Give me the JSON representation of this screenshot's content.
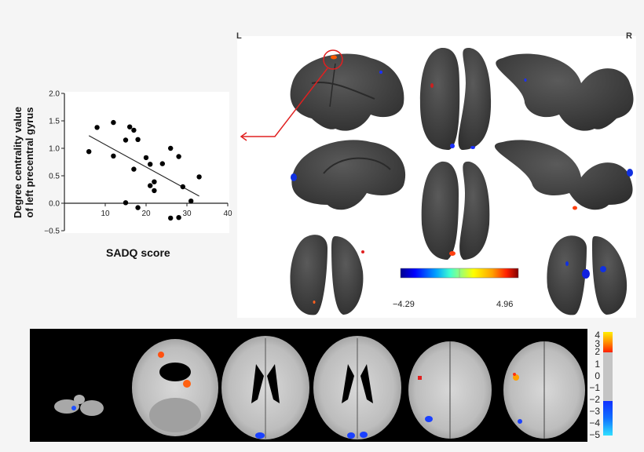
{
  "chart_data": {
    "type": "scatter",
    "title": "",
    "xlabel": "SADQ score",
    "ylabel": "Degree centrality value of left precentral gyrus",
    "ylabel_lines": [
      "Degree centrality value",
      "of left precentral gyrus"
    ],
    "xlim": [
      0,
      40
    ],
    "ylim": [
      -0.5,
      2.0
    ],
    "xticks": [
      10,
      20,
      30,
      40
    ],
    "yticks": [
      2.0,
      1.5,
      1.0,
      0.5,
      0.0,
      -0.5
    ],
    "ytick_labels": [
      "2.0",
      "1.5",
      "1.0",
      "0.5",
      "0.0",
      "−0.5"
    ],
    "grid": false,
    "points": [
      {
        "x": 6,
        "y": 0.94
      },
      {
        "x": 8,
        "y": 1.38
      },
      {
        "x": 12,
        "y": 1.47
      },
      {
        "x": 12,
        "y": 0.86
      },
      {
        "x": 15,
        "y": 1.15
      },
      {
        "x": 15,
        "y": 0.01
      },
      {
        "x": 16,
        "y": 1.39
      },
      {
        "x": 17,
        "y": 1.33
      },
      {
        "x": 17,
        "y": 0.62
      },
      {
        "x": 18,
        "y": 1.16
      },
      {
        "x": 18,
        "y": -0.08
      },
      {
        "x": 20,
        "y": 0.83
      },
      {
        "x": 21,
        "y": 0.71
      },
      {
        "x": 21,
        "y": 0.32
      },
      {
        "x": 22,
        "y": 0.39
      },
      {
        "x": 22,
        "y": 0.23
      },
      {
        "x": 24,
        "y": 0.72
      },
      {
        "x": 26,
        "y": 1.0
      },
      {
        "x": 26,
        "y": -0.27
      },
      {
        "x": 28,
        "y": 0.85
      },
      {
        "x": 28,
        "y": -0.26
      },
      {
        "x": 29,
        "y": 0.3
      },
      {
        "x": 31,
        "y": 0.04
      },
      {
        "x": 33,
        "y": 0.48
      }
    ],
    "regression_line": {
      "x": [
        6,
        33
      ],
      "y": [
        1.23,
        0.13
      ]
    }
  },
  "brain_render": {
    "left_label": "L",
    "right_label": "R",
    "colorbar": {
      "min_label": "−4.29",
      "max_label": "4.96",
      "min": -4.29,
      "max": 4.96,
      "colors": [
        "#00008f",
        "#0000ff",
        "#00a0ff",
        "#40ffd0",
        "#a0ff60",
        "#ffff00",
        "#ffa000",
        "#ff2000",
        "#800000"
      ]
    },
    "highlight_color": "#e02020"
  },
  "slice_colorbar": {
    "labels": [
      "4",
      "3",
      "2",
      "1",
      "0",
      "−1",
      "−2",
      "−3",
      "−4",
      "−5"
    ],
    "positive_colors": [
      "#ffee00",
      "#ff9000",
      "#ff2000"
    ],
    "neutral_color": "#c4c4c4",
    "negative_colors": [
      "#1030ff",
      "#1070ff",
      "#30e0ff"
    ]
  }
}
